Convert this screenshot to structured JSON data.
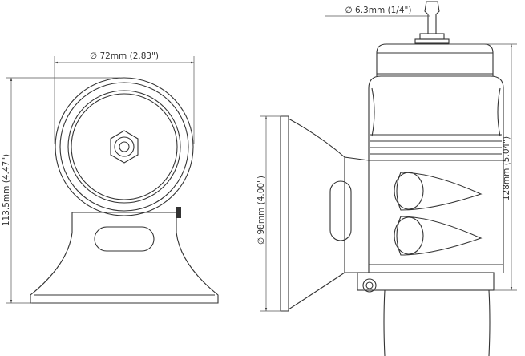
{
  "dimensions": {
    "nipple_diameter": "∅ 6.3mm (1/4\")",
    "body_diameter": "∅ 72mm (2.83\")",
    "front_height": "113.5mm (4.47\")",
    "flange_diameter": "∅ 98mm (4.00\")",
    "side_height": "128mm (5.04\")"
  },
  "colors": {
    "line": "#333333",
    "background": "#ffffff"
  }
}
